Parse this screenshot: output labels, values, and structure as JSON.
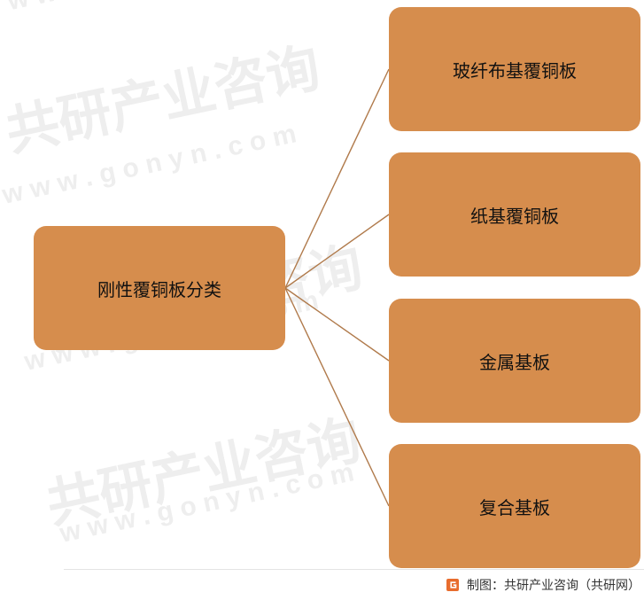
{
  "diagram": {
    "root": {
      "label": "刚性覆铜板分类"
    },
    "children": [
      {
        "label": "玻纤布基覆铜板"
      },
      {
        "label": "纸基覆铜板"
      },
      {
        "label": "金属基板"
      },
      {
        "label": "复合基板"
      }
    ]
  },
  "watermark": {
    "brand": "共研产业咨询",
    "domain": "w w w . g o n y n . c o m"
  },
  "footer": {
    "source_text": "制图：共研产业咨询（共研网）"
  },
  "colors": {
    "box_fill": "#d68d4d",
    "connector": "#b07a4b",
    "watermark": "#f0f0f0",
    "logo_accent": "#e86c2d"
  }
}
